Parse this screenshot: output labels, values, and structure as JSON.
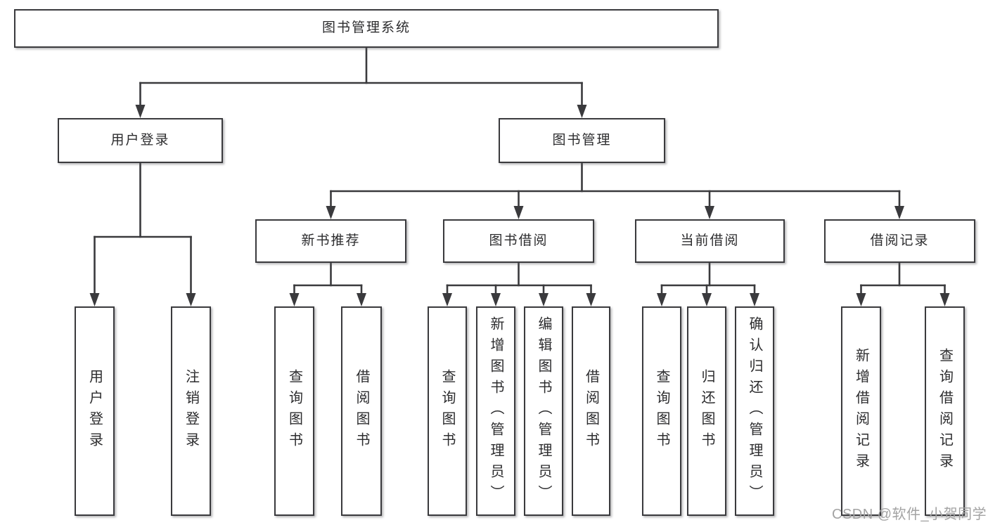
{
  "tree": {
    "label": "图书管理系统",
    "children": [
      {
        "label": "用户登录",
        "children": [
          {
            "label": "用户登录"
          },
          {
            "label": "注销登录"
          }
        ]
      },
      {
        "label": "图书管理",
        "children": [
          {
            "label": "新书推荐",
            "children": [
              {
                "label": "查询图书"
              },
              {
                "label": "借阅图书"
              }
            ]
          },
          {
            "label": "图书借阅",
            "children": [
              {
                "label": "查询图书"
              },
              {
                "label": "新增图书（管理员）"
              },
              {
                "label": "编辑图书（管理员）"
              },
              {
                "label": "借阅图书"
              }
            ]
          },
          {
            "label": "当前借阅",
            "children": [
              {
                "label": "查询图书"
              },
              {
                "label": "归还图书"
              },
              {
                "label": "确认归还（管理员）"
              }
            ]
          },
          {
            "label": "借阅记录",
            "children": [
              {
                "label": "新增借阅记录"
              },
              {
                "label": "查询借阅记录"
              }
            ]
          }
        ]
      }
    ]
  },
  "watermark": {
    "text": "CSDN @软件_小贺同学"
  },
  "colors": {
    "line": "#3a3a3d",
    "box_border": "#3a3a3d",
    "text": "#2c2c2e",
    "watermark_text": "#a3a3a3",
    "background": "#ffffff"
  }
}
